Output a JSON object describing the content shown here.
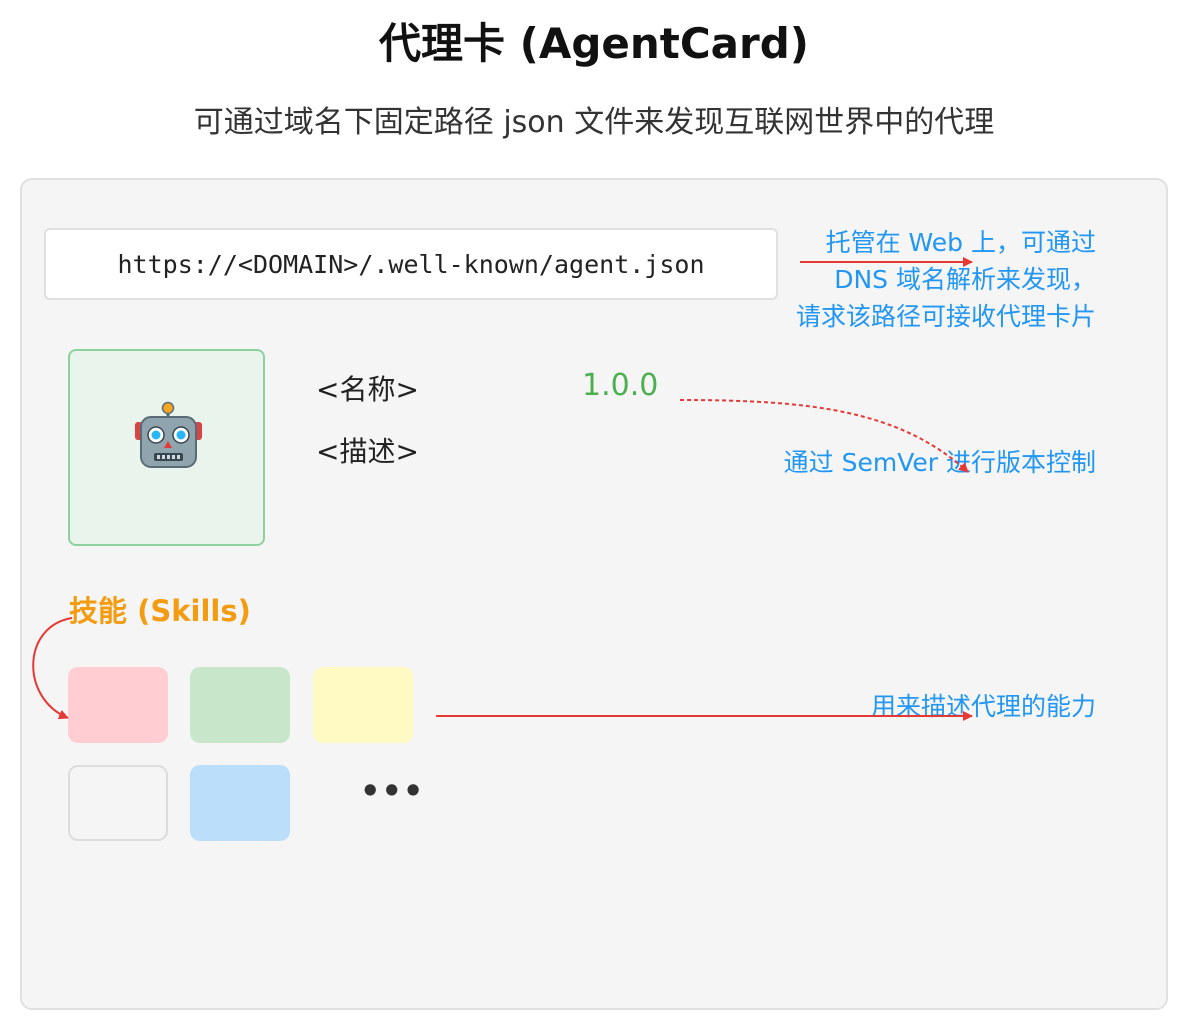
{
  "header": {
    "title": "代理卡 (AgentCard)",
    "subtitle": "可通过域名下固定路径 json 文件来发现互联网世界中的代理"
  },
  "card": {
    "url": "https://<DOMAIN>/.well-known/agent.json",
    "name_placeholder": "<名称>",
    "description_placeholder": "<描述>",
    "version": "1.0.0",
    "avatar_icon": "robot-icon",
    "skills_label": "技能 (Skills)",
    "skills_more": "•••",
    "skill_colors": [
      "#ffcdd2",
      "#c8e6c9",
      "#fff9c4",
      "#f5f5f5",
      "#bbdefb"
    ]
  },
  "annotations": {
    "web_hosting": {
      "line1": "托管在 Web 上，可通过",
      "line2": "DNS 域名解析来发现，",
      "line3": "请求该路径可接收代理卡片"
    },
    "semver": "通过 SemVer 进行版本控制",
    "skills": "用来描述代理的能力"
  },
  "colors": {
    "annotation": "#2196f3",
    "arrow": "#e53935",
    "version": "#4caf50",
    "skills_label": "#f39c12"
  }
}
